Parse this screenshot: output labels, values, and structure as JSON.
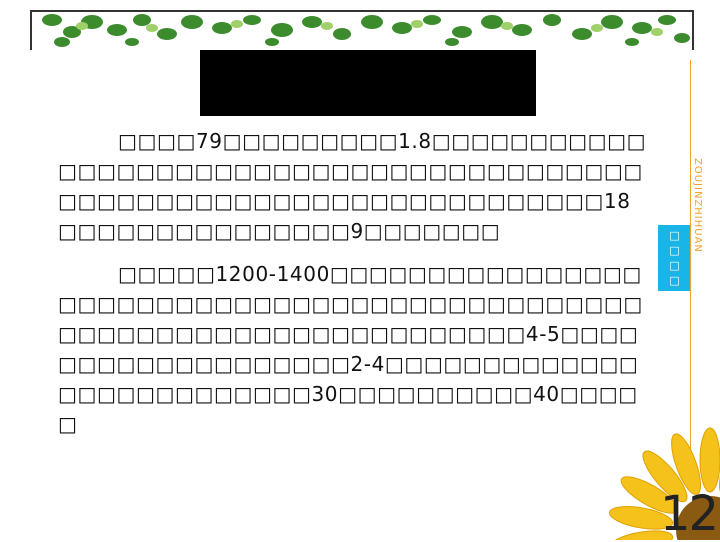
{
  "slide": {
    "title": "",
    "paragraphs": [
      "□□□□79□□□□□□□□□1.8□□□□□□□□□□□□□□□□□□□□□□□□□□□□□□□□□□□□□□□□□□□□□□□□□□□□□□□□□□□□□□□□□□□□□18□□□□□□□□□□□□□□□9□□□□□□□",
      "□□□□□1200-1400□□□□□□□□□□□□□□□□□□□□□□□□□□□□□□□□□□□□□□□□□□□□□□□□□□□□□□□□□□□□□□□□□□□□□□4-5□□□□□□□□□□□□□□□□□□□2-4□□□□□□□□□□□□□□□□□□□□□□□□□□30□□□□□□□□□□40□□□□□"
    ],
    "side_label": "ZOUJINZHIHUAN",
    "side_tab_label": "□□□□",
    "page_number": "12"
  },
  "colors": {
    "accent_orange": "#f0a22e",
    "tab_blue": "#19b5e6",
    "vine_green": "#3c8c2e",
    "petal_yellow": "#f5c21b"
  },
  "icons": [
    "vine-decoration",
    "sunflower-decoration"
  ]
}
